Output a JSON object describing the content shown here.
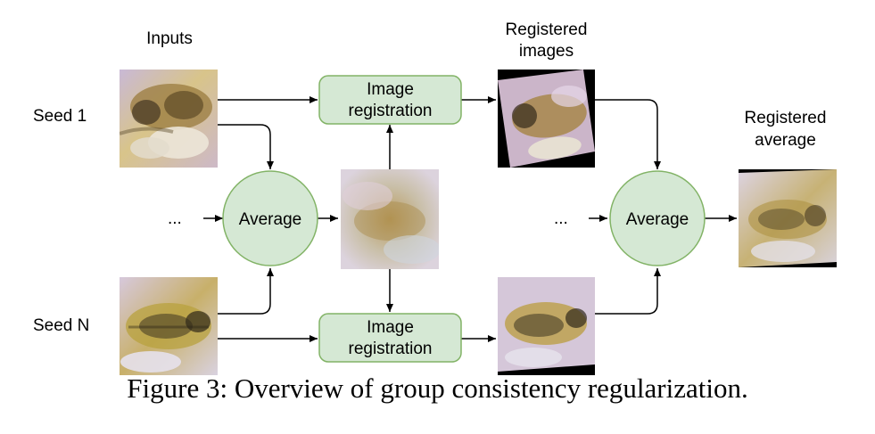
{
  "colors": {
    "node_fill": "#d5e8d4",
    "node_stroke": "#82b366",
    "arrow": "#000000"
  },
  "labels": {
    "inputs": "Inputs",
    "registered_images_line1": "Registered",
    "registered_images_line2": "images",
    "registered_average_line1": "Registered",
    "registered_average_line2": "average",
    "seed_1": "Seed 1",
    "seed_n": "Seed N",
    "ellipsis_left": "...",
    "ellipsis_right": "..."
  },
  "nodes": {
    "registration_top_line1": "Image",
    "registration_top_line2": "registration",
    "registration_bottom_line1": "Image",
    "registration_bottom_line2": "registration",
    "average_left": "Average",
    "average_right": "Average"
  },
  "images": {
    "input_seed_1": "bee image (seed 1)",
    "input_seed_n": "bee image (seed N)",
    "blurry_average": "blurry average image",
    "registered_seed_1": "registered bee image (seed 1)",
    "registered_seed_n": "registered bee image (seed N)",
    "registered_average": "registered average image"
  },
  "caption": "Figure 3: Overview of group consistency regularization."
}
